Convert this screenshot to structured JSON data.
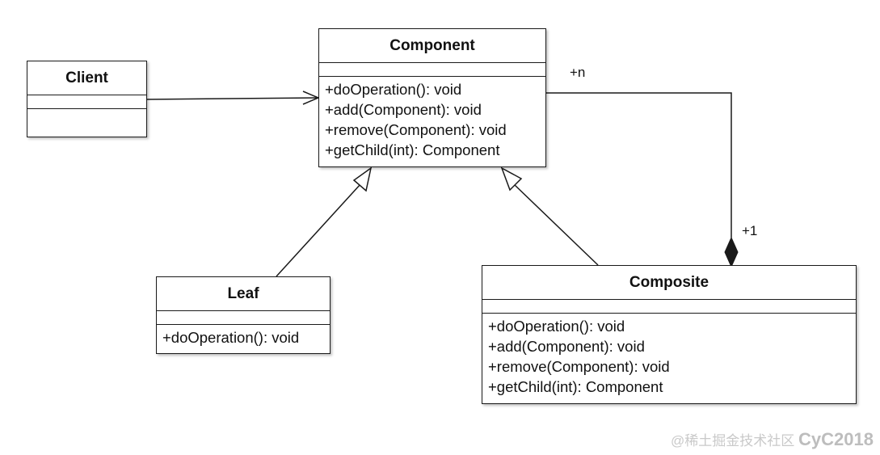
{
  "classes": {
    "client": {
      "name": "Client",
      "operations": []
    },
    "component": {
      "name": "Component",
      "operations": [
        "+doOperation(): void",
        "+add(Component): void",
        "+remove(Component): void",
        "+getChild(int): Component"
      ]
    },
    "leaf": {
      "name": "Leaf",
      "operations": [
        "+doOperation(): void"
      ]
    },
    "composite": {
      "name": "Composite",
      "operations": [
        "+doOperation(): void",
        "+add(Component): void",
        "+remove(Component): void",
        "+getChild(int): Component"
      ]
    }
  },
  "multiplicities": {
    "component_end": "+n",
    "composite_end": "+1"
  },
  "watermark": {
    "site": "@稀土掘金技术社区",
    "handle": "CyC2018"
  },
  "colors": {
    "line": "#1a1a1a",
    "background": "#ffffff",
    "watermark": "#c9c9c9"
  }
}
